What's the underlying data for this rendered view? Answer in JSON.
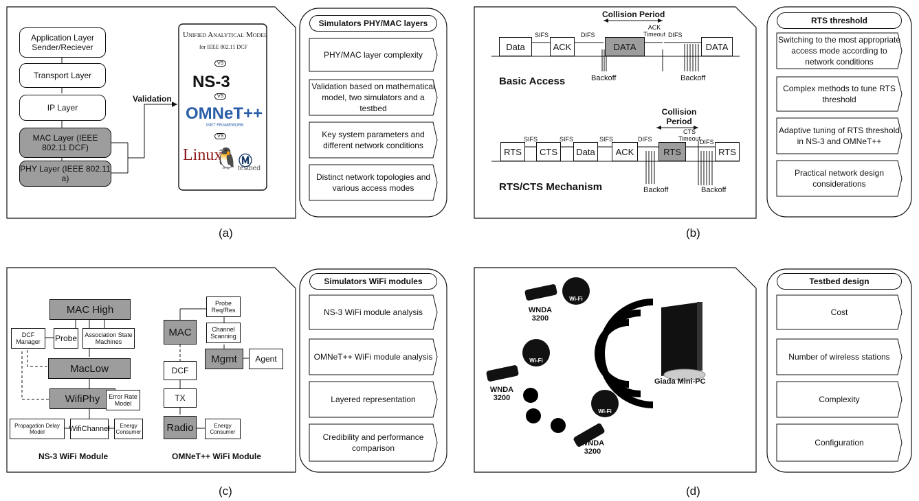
{
  "a": {
    "caption": "(a)",
    "layers": [
      "Application Layer Sender/Reciever",
      "Transport Layer",
      "IP Layer",
      "MAC Layer (IEEE 802.11 DCF)",
      "PHY Layer (IEEE 802.11 a)"
    ],
    "validation": "Validation",
    "model_title_1": "Unified Analytical Model",
    "model_title_2": "for IEEE 802.11 DCF",
    "vs": "VS",
    "ns3": "NS-3",
    "omnet": "OMNeT++",
    "omnet_sub": "INET FRAMEWORK",
    "linux": "Linux",
    "testbed": "testbed",
    "side_title": "Simulators PHY/MAC layers",
    "side_items": [
      "PHY/MAC layer complexity",
      "Validation based on mathematical model, two simulators and a testbed",
      "Key system parameters and different network conditions",
      "Distinct network topologies and various access modes"
    ]
  },
  "b": {
    "caption": "(b)",
    "collision": "Collision Period",
    "basic": {
      "data1": "Data",
      "ack": "ACK",
      "data2": "DATA",
      "data3": "DATA",
      "sifs": "SIFS",
      "difs1": "DIFS",
      "ack_timeout": "ACK Timeout",
      "difs2": "DIFS",
      "backoff1": "Backoff",
      "backoff2": "Backoff",
      "label": "Basic Access"
    },
    "rts": {
      "collision": "Collision Period",
      "rts1": "RTS",
      "cts": "CTS",
      "data": "Data",
      "ack": "ACK",
      "rts2": "RTS",
      "rts3": "RTS",
      "sifs1": "SIFS",
      "sifs2": "SIFS",
      "sifs3": "SIFS",
      "difs1": "DIFS",
      "cts_timeout": "CTS Timeout",
      "difs2": "DIFS",
      "backoff1": "Backoff",
      "backoff2": "Backoff",
      "label": "RTS/CTS Mechanism"
    },
    "side_title": "RTS threshold",
    "side_items": [
      "Switching to the most appropriate access mode according to network conditions",
      "Complex methods to tune RTS threshold",
      "Adaptive tuning of RTS threshold in NS-3 and OMNeT++",
      "Practical network design considerations"
    ]
  },
  "c": {
    "caption": "(c)",
    "ns3": {
      "mac_high": "MAC High",
      "dcf": "DCF Manager",
      "probe": "Probe",
      "assoc": "Association State Machines",
      "maclow": "MacLow",
      "wifiphy": "WifiPhy",
      "err": "Error Rate Model",
      "prop": "Propagation Delay Model",
      "chan": "WifiChannel",
      "energy": "Energy Consumer",
      "label": "NS-3 WiFi Module"
    },
    "omnet": {
      "probe": "Probe Req/Res",
      "mac": "MAC",
      "scan": "Channel Scanning",
      "mgmt": "Mgmt",
      "agent": "Agent",
      "dcf": "DCF",
      "tx": "TX",
      "radio": "Radio",
      "energy": "Energy Consumer",
      "label": "OMNeT++ WiFi Module"
    },
    "side_title": "Simulators WiFi modules",
    "side_items": [
      "NS-3 WiFi module analysis",
      "OMNeT++ WiFi module analysis",
      "Layered representation",
      "Credibility and performance comparison"
    ]
  },
  "d": {
    "caption": "(d)",
    "wnda": "WNDA 3200",
    "wifi": "Wi-Fi",
    "giada": "Giada Mini-PC",
    "side_title": "Testbed design",
    "side_items": [
      "Cost",
      "Number of wireless stations",
      "Complexity",
      "Configuration"
    ]
  }
}
